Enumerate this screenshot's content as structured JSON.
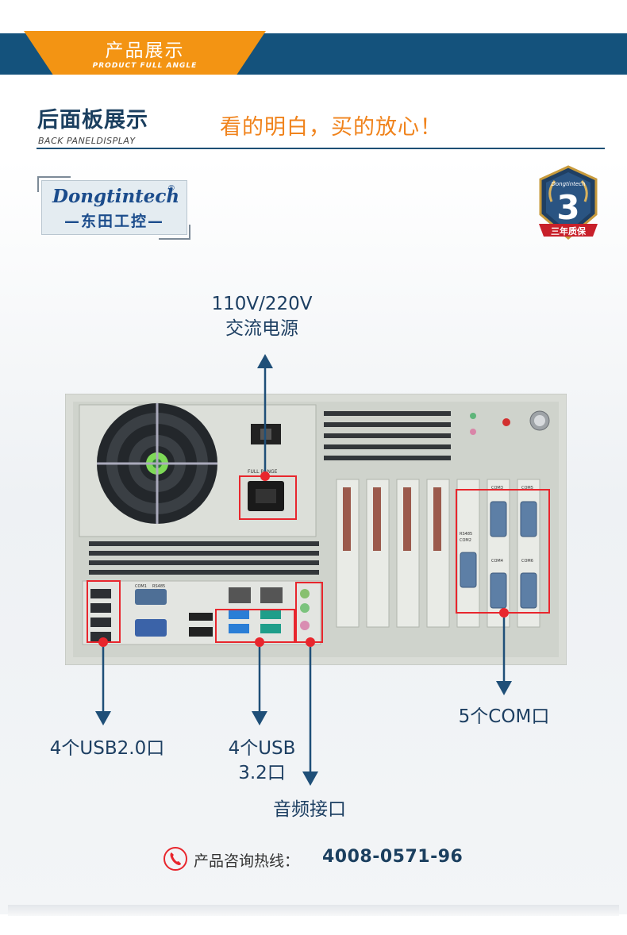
{
  "banner": {
    "title": "产品展示",
    "subtitle": "PRODUCT FULL ANGLE"
  },
  "section": {
    "title": "后面板展示",
    "subtitle": "BACK  PANELDISPLAY",
    "slogan": "看的明白，买的放心！"
  },
  "logo": {
    "en": "Dongtintech",
    "reg": "®",
    "cn": "—东田工控—"
  },
  "badge": {
    "number": "3",
    "brand": "Dongtintech",
    "text": "三年质保"
  },
  "panel": {
    "psu_label": "FULL RANGE",
    "port_labels": {
      "com1": "COM1",
      "rs485_io": "RS485",
      "com2": "COM2",
      "rs485_card": "RS485",
      "com3": "COM3",
      "com4": "COM4",
      "com5": "COM5",
      "com6": "COM6"
    }
  },
  "callouts": {
    "power_line1": "110V/220V",
    "power_line2": "交流电源",
    "usb2": "4个USB2.0口",
    "usb3_line1": "4个USB",
    "usb3_line2": "3.2口",
    "audio": "音频接口",
    "com": "5个COM口"
  },
  "hotline": {
    "label": "产品咨询热线：",
    "number": "4008-0571-96"
  },
  "colors": {
    "navy": "#14527c",
    "orange": "#f39413",
    "red": "#e8262d",
    "label": "#1d3f62"
  }
}
